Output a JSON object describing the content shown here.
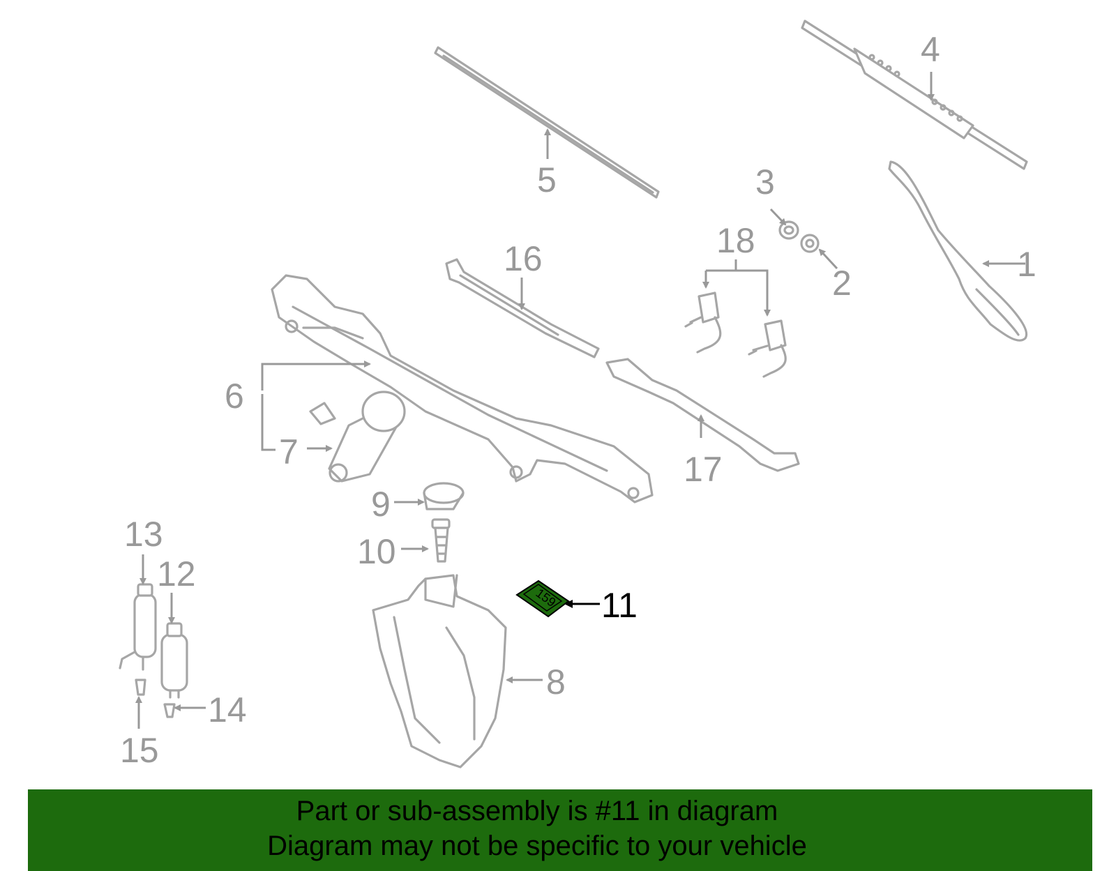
{
  "callouts": {
    "c1": "1",
    "c2": "2",
    "c3": "3",
    "c4": "4",
    "c5": "5",
    "c6": "6",
    "c7": "7",
    "c8": "8",
    "c9": "9",
    "c10": "10",
    "c11": "11",
    "c12": "12",
    "c13": "13",
    "c14": "14",
    "c15": "15",
    "c16": "16",
    "c17": "17",
    "c18": "18"
  },
  "highlight": {
    "part_number": "11",
    "color": "#1d6b0d"
  },
  "label_part": "159",
  "banner": {
    "line1": "Part or sub-assembly is #11 in diagram",
    "line2": "Diagram may not be specific to your vehicle",
    "background": "#1d6b0d"
  },
  "colors": {
    "parts": "#a6a6a6",
    "callouts": "#999999",
    "highlight_callout": "#000000"
  }
}
